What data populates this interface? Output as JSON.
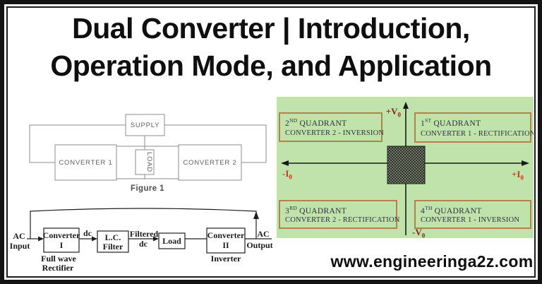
{
  "title": {
    "line1": "Dual Converter | Introduction,",
    "line2": "Operation Mode, and Application"
  },
  "figure1": {
    "supply": "SUPPLY",
    "converter1": "CONVERTER 1",
    "converter2": "CONVERTER 2",
    "load": "LOAD",
    "caption": "Figure 1"
  },
  "flow": {
    "input_line1": "AC",
    "input_line2": "Input",
    "converter1_line1": "Converter",
    "converter1_line2": "I",
    "converter1_caption_line1": "Full wave",
    "converter1_caption_line2": "Rectifier",
    "dc_label": "dc",
    "filter_line1": "L.C.",
    "filter_line2": "Filter",
    "filtered_label_line1": "Filtered",
    "filtered_label_line2": "dc",
    "load": "Load",
    "converter2_line1": "Converter",
    "converter2_line2": "II",
    "converter2_caption": "Inverter",
    "output_line1": "AC",
    "output_line2": "Output"
  },
  "quadrant_diagram": {
    "axis_labels": {
      "top": "+V",
      "bottom": "-V",
      "left": "-I",
      "right": "+I",
      "subscript": "0"
    },
    "q1": {
      "ordinal": "1",
      "suffix": "ST",
      "label": "QUADRANT",
      "description": "CONVERTER 1 - RECTIFICATION"
    },
    "q2": {
      "ordinal": "2",
      "suffix": "ND",
      "label": "QUADRANT",
      "description": "CONVERTER 2 - INVERSION"
    },
    "q3": {
      "ordinal": "3",
      "suffix": "RD",
      "label": "QUADRANT",
      "description": "CONVERTER 2 - RECTIFICATION"
    },
    "q4": {
      "ordinal": "4",
      "suffix": "TH",
      "label": "QUADRANT",
      "description": "CONVERTER 1 - INVERSION"
    }
  },
  "footer": {
    "website": "www.engineeringa2z.com"
  },
  "colors": {
    "panel_green": "#bfe3aa",
    "box_border_tan": "#b5824e",
    "i_label_red": "#c43b1d",
    "v_label_maroon": "#7c2a12",
    "frame_black": "#141414"
  }
}
